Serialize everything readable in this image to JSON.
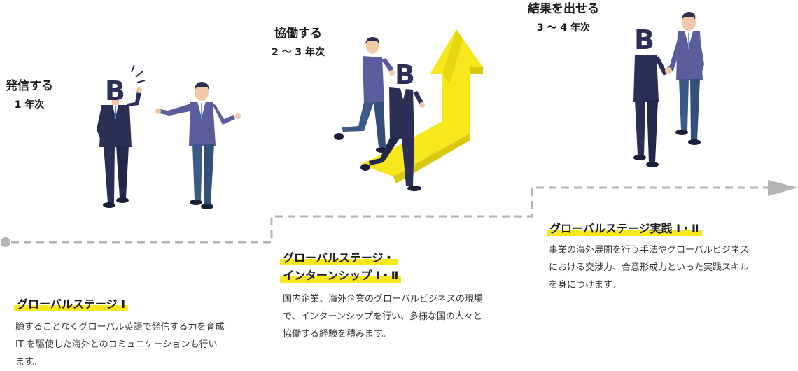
{
  "stages": [
    {
      "title": "発信する",
      "year": "1 年次",
      "heading_lines": [
        "グローバルステージ Ⅰ"
      ],
      "description_lines": [
        "臆することなくグローバル英語で発信する力を育成。",
        "IT を駆使した海外とのコミュニケーションも行い",
        "ます。"
      ]
    },
    {
      "title": "協働する",
      "year": "2 ～ 3 年次",
      "heading_lines": [
        "グローバルステージ・",
        "インターンシップ Ⅰ・Ⅱ"
      ],
      "description_lines": [
        "国内企業、海外企業のグローバルビジネスの現場",
        "で、インターンシップを行い、多様な国の人々と",
        "協働する経験を積みます。"
      ]
    },
    {
      "title": "結果を出せる",
      "year": "3 ～ 4 年次",
      "heading_lines": [
        "グローバルステージ実践 Ⅰ・Ⅱ"
      ],
      "description_lines": [
        "事業の海外展開を行う手法やグローバルビジネス",
        "における交渉力、合意形成力といった実践スキル",
        "を身につけます。"
      ]
    }
  ],
  "badge_letter": "B",
  "colors": {
    "accent_yellow": "#f7e81e",
    "path_gray": "#b4b4b4",
    "suit_navy": "#2b2f55",
    "suit_purple": "#5b5d9c",
    "skin": "#f2c7a5"
  },
  "icons": [
    "person-b-head-icon",
    "businessman-icon",
    "rising-arrow-icon",
    "handshake-icon",
    "path-arrow-icon"
  ]
}
